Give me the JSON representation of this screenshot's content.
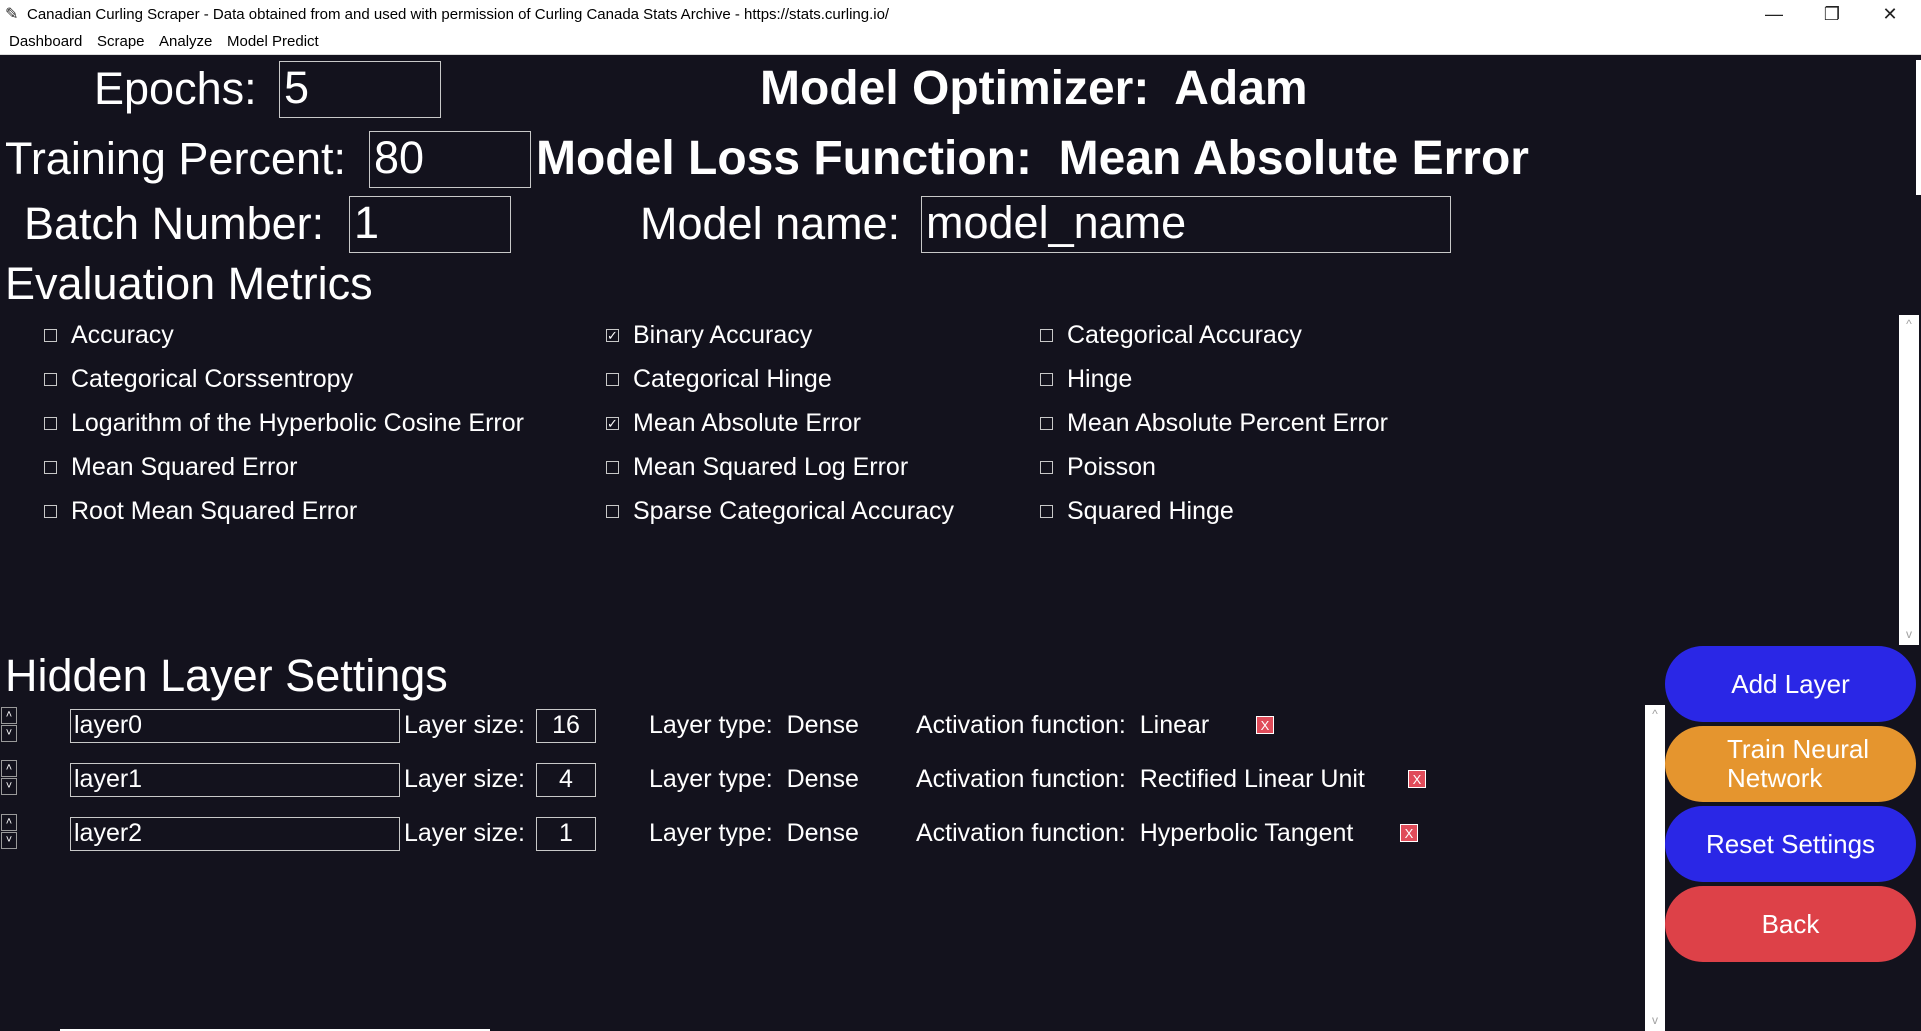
{
  "window": {
    "title": "Canadian Curling Scraper - Data obtained from and used with permission of Curling Canada Stats Archive - https://stats.curling.io/",
    "minimize": "—",
    "restore": "❐",
    "close": "✕"
  },
  "menu": [
    "Dashboard",
    "Scrape",
    "Analyze",
    "Model Predict"
  ],
  "settings": {
    "epochs_label": "Epochs:",
    "epochs_value": "5",
    "training_label": "Training Percent:",
    "training_value": "80",
    "batch_label": "Batch Number:",
    "batch_value": "1",
    "optimizer_label": "Model Optimizer:",
    "optimizer_value": "Adam",
    "loss_label": "Model Loss Function:",
    "loss_value": "Mean Absolute Error",
    "model_name_label": "Model name:",
    "model_name_value": "model_name"
  },
  "metrics_title": "Evaluation Metrics",
  "metrics": [
    {
      "label": "Accuracy",
      "checked": false
    },
    {
      "label": "Binary Accuracy",
      "checked": true
    },
    {
      "label": "Categorical Accuracy",
      "checked": false
    },
    {
      "label": "Categorical Corssentropy",
      "checked": false
    },
    {
      "label": "Categorical Hinge",
      "checked": false
    },
    {
      "label": "Hinge",
      "checked": false
    },
    {
      "label": "Logarithm of the Hyperbolic Cosine Error",
      "checked": false
    },
    {
      "label": "Mean Absolute Error",
      "checked": true
    },
    {
      "label": "Mean Absolute Percent Error",
      "checked": false
    },
    {
      "label": "Mean Squared Error",
      "checked": false
    },
    {
      "label": "Mean Squared Log Error",
      "checked": false
    },
    {
      "label": "Poisson",
      "checked": false
    },
    {
      "label": "Root Mean Squared Error",
      "checked": false
    },
    {
      "label": "Sparse Categorical Accuracy",
      "checked": false
    },
    {
      "label": "Squared Hinge",
      "checked": false
    }
  ],
  "hidden_title": "Hidden Layer Settings",
  "layer_size_label": "Layer size:",
  "layer_type_label": "Layer type:",
  "activation_label": "Activation function:",
  "layers": [
    {
      "name": "layer0",
      "size": "16",
      "type": "Dense",
      "activation": "Linear"
    },
    {
      "name": "layer1",
      "size": "4",
      "type": "Dense",
      "activation": "Rectified Linear Unit"
    },
    {
      "name": "layer2",
      "size": "1",
      "type": "Dense",
      "activation": "Hyperbolic Tangent"
    }
  ],
  "buttons": {
    "add": "Add Layer",
    "train_line1": "Train Neural",
    "train_line2": "Network",
    "reset": "Reset Settings",
    "back": "Back"
  },
  "icons": {
    "up": "˄",
    "down": "˅",
    "delete": "X",
    "check": "✓"
  },
  "colors": {
    "background": "#13121d",
    "add": "#2a27e6",
    "train": "#e5952e",
    "reset": "#2a27e6",
    "back": "#dd4148",
    "delete": "#e04c5a"
  }
}
